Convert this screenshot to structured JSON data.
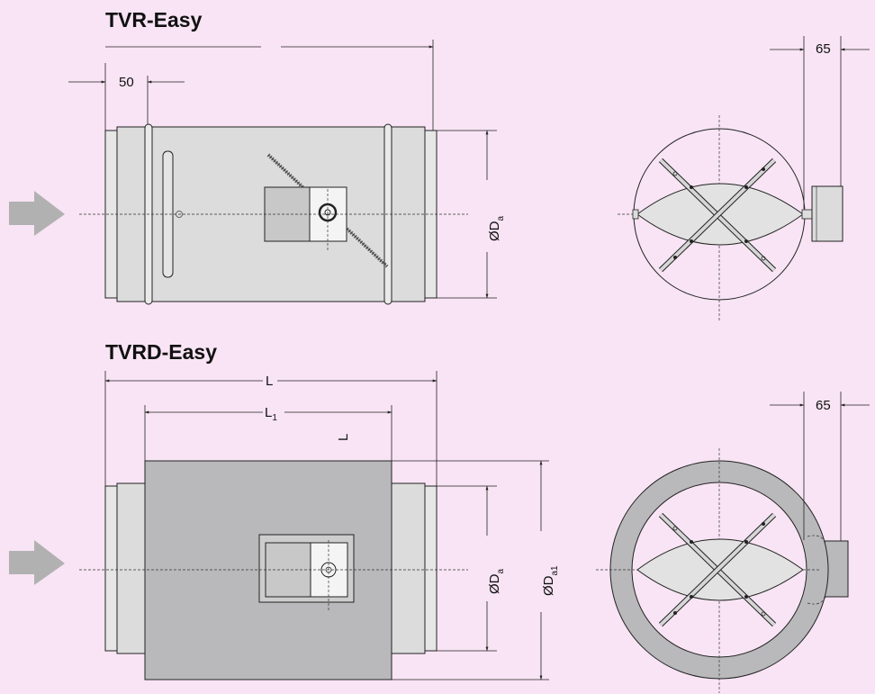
{
  "top": {
    "title": "TVR-Easy",
    "dim_offset": "50",
    "dim_diameter": "ØD",
    "dim_diameter_sub": "a",
    "side_dim": "65"
  },
  "bottom": {
    "title": "TVRD-Easy",
    "dim_length": "L",
    "dim_l1": "L",
    "dim_l1_sub": "1",
    "dim_l_small": "L",
    "dim_diameter": "ØD",
    "dim_diameter_sub": "a",
    "dim_diameter1": "ØD",
    "dim_diameter1_sub": "a1",
    "side_dim": "65"
  },
  "colors": {
    "background": "#f8e4f4",
    "duct_fill": "#dcdcdc",
    "insulation_fill": "#b9b9bb",
    "arrow": "#b1b1b1"
  }
}
